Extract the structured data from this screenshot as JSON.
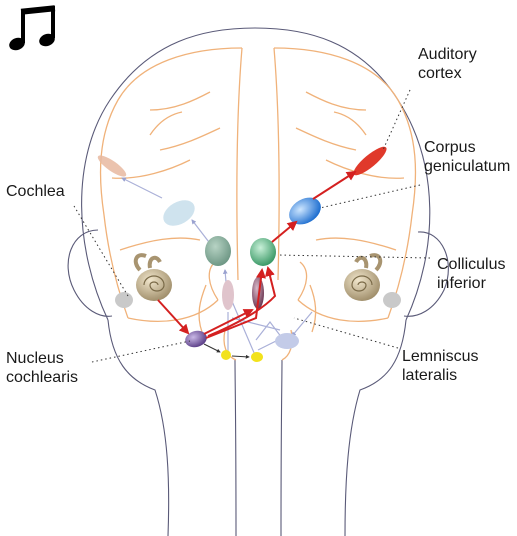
{
  "labels": {
    "auditory_cortex": "Auditory\ncortex",
    "corpus_geniculatum": "Corpus\ngeniculatum",
    "cochlea": "Cochlea",
    "colliculus_inferior": "Colliculus\ninferior",
    "nucleus_cochlearis": "Nucleus\ncochlearis",
    "lemniscus_lateralis": "Lemniscus\nlateralis"
  },
  "icons": {
    "music_note": "music-notes-icon"
  },
  "colors": {
    "pathway_active": "#d42020",
    "pathway_inactive": "#aab0d8",
    "brain_outline": "#f0b27a",
    "head_outline": "#5a5a78",
    "cortex_active": "#e0392b",
    "geniculate_active": "#2f7fd8",
    "colliculus_active": "#4caf7a",
    "lemniscus_active": "#8a5068",
    "nucleus_active": "#7a5aa0",
    "olive": "#f2e21c"
  }
}
